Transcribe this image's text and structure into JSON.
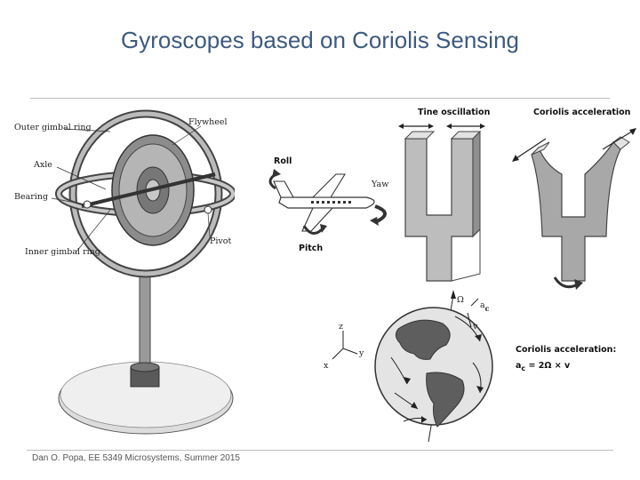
{
  "slide": {
    "title": "Gyroscopes based on Coriolis Sensing",
    "footer": "Dan O. Popa, EE 5349 Microsystems, Summer 2015"
  },
  "gyro_figure": {
    "labels": {
      "outer_gimbal_ring": "Outer gimbal ring",
      "flywheel": "Flywheel",
      "axle": "Axle",
      "bearing": "Bearing",
      "pivot": "Pivot",
      "inner_gimbal_ring": "Inner gimbal ring"
    }
  },
  "airplane_figure": {
    "labels": {
      "roll": "Roll",
      "yaw": "Yaw",
      "pitch": "Pitch"
    }
  },
  "fork_figure": {
    "labels": {
      "tine_oscillation": "Tine oscillation",
      "coriolis_acceleration": "Coriolis acceleration"
    }
  },
  "globe_figure": {
    "labels": {
      "omega_axis": "Ω",
      "ac": "a",
      "ac_sub": "c",
      "v": "v",
      "axis_z": "z",
      "axis_y": "y",
      "axis_x": "x",
      "equation_title": "Coriolis acceleration:",
      "equation_lhs": "a",
      "equation_lhs_sub": "c",
      "equation_rhs": " = 2Ω × v"
    }
  },
  "colors": {
    "title": "#3d5a80",
    "rule": "#bdbdbd",
    "figure_ink": "#222222"
  }
}
